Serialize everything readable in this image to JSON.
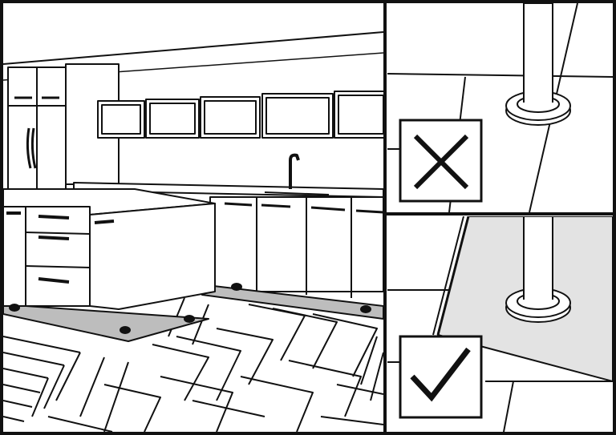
{
  "colors": {
    "ink": "#111111",
    "paper": "#ffffff",
    "tile_gray": "#e3e3e3",
    "floor_strip": "#bdbdbd"
  },
  "panels": [
    {
      "name": "kitchen-illustration",
      "icon": "kitchen-scene-icon"
    },
    {
      "name": "incorrect-example",
      "icon": "cross-mark-icon"
    },
    {
      "name": "correct-example",
      "icon": "check-mark-icon"
    }
  ]
}
